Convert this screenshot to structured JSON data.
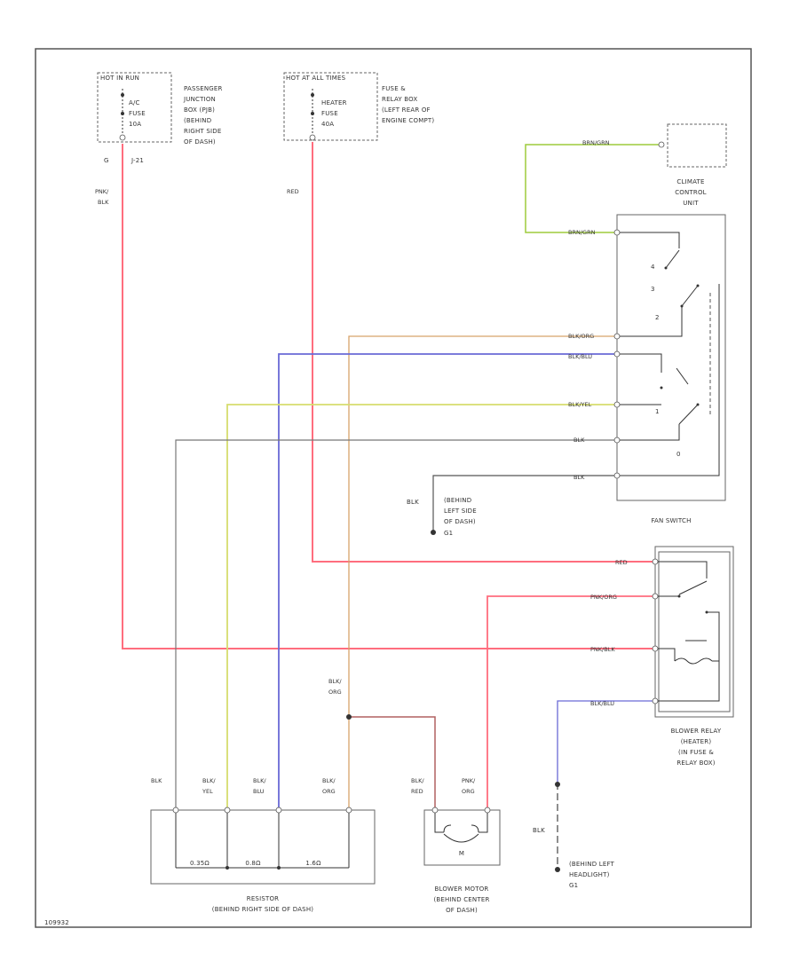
{
  "colors": {
    "green": "#9ecb3c",
    "red": "#ff6d7e",
    "gray": "#777777",
    "blue": "#6a6ad6",
    "yellow": "#d6dd6e",
    "orange": "#d7a36a",
    "dark": "#555555",
    "brown": "#b06060"
  },
  "fuse_ac": {
    "header": "HOT IN RUN",
    "name1": "A/C",
    "name2": "FUSE",
    "rating": "10A",
    "loc": [
      "PASSENGER",
      "JUNCTION",
      "BOX (PJB)",
      "(BEHIND",
      "RIGHT SIDE",
      "OF DASH)"
    ],
    "conn_left": "G",
    "conn_right": "J-21"
  },
  "fuse_heater": {
    "header": "HOT AT ALL TIMES",
    "name1": "HEATER",
    "name2": "FUSE",
    "rating": "40A",
    "loc": [
      "FUSE &",
      "RELAY BOX",
      "(LEFT REAR OF",
      "ENGINE COMPT)"
    ]
  },
  "climate": {
    "label": [
      "CLIMATE",
      "CONTROL",
      "UNIT"
    ]
  },
  "fan_switch": {
    "label": "FAN SWITCH",
    "pos": [
      "4",
      "3",
      "2",
      "1",
      "0"
    ]
  },
  "ground_s1": {
    "wire": "BLK",
    "loc": [
      "(BEHIND",
      "LEFT SIDE",
      "OF DASH)",
      "G1"
    ]
  },
  "ground_s2": {
    "wire": "BLK",
    "loc": [
      "(BEHIND LEFT",
      "HEADLIGHT)",
      "G1"
    ]
  },
  "relay": {
    "label": [
      "BLOWER RELAY",
      "(HEATER)",
      "(IN FUSE &",
      "RELAY BOX)"
    ]
  },
  "resistor": {
    "label": [
      "RESISTOR",
      "(BEHIND RIGHT SIDE OF DASH)"
    ],
    "values": [
      "0.35Ω",
      "0.8Ω",
      "1.6Ω"
    ]
  },
  "motor": {
    "label": [
      "BLOWER MOTOR",
      "(BEHIND CENTER",
      "OF DASH)"
    ],
    "symbol": "M"
  },
  "wires": {
    "pnk_blk_left": [
      "PNK/",
      "BLK"
    ],
    "red_left": "RED",
    "brn_grn_top": "BRN/GRN",
    "brn_grn_bot": "BRN/GRN",
    "blk_org_sw": "BLK/ORG",
    "blk_blu_sw": "BLK/BLU",
    "blk_yel_sw": "BLK/YEL",
    "blk_sw": "BLK",
    "blk_gnd_sw": "BLK",
    "red_relay": "RED",
    "pnk_org_relay": "PNK/ORG",
    "pnk_blk_relay": "PNK/BLK",
    "blk_blu_relay": "BLK/BLU",
    "blk_org_mid": [
      "BLK/",
      "ORG"
    ],
    "res_blk": "BLK",
    "res_blk_yel": [
      "BLK/",
      "YEL"
    ],
    "res_blk_blu": [
      "BLK/",
      "BLU"
    ],
    "res_blk_org": [
      "BLK/",
      "ORG"
    ],
    "mot_blk_red": [
      "BLK/",
      "RED"
    ],
    "mot_pnk_org": [
      "PNK/",
      "ORG"
    ]
  },
  "footer_code": "109932"
}
